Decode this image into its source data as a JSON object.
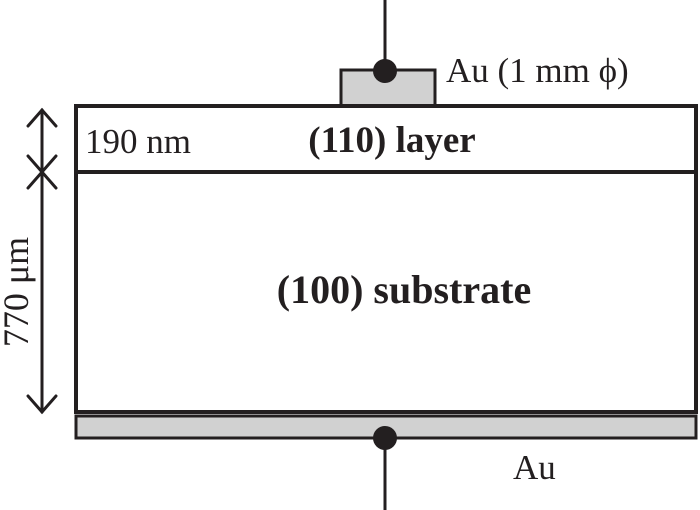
{
  "top_electrode": {
    "label": "Au (1 mm ϕ)"
  },
  "bottom_electrode": {
    "label": "Au"
  },
  "layer": {
    "label": "(110) layer",
    "thickness": "190 nm"
  },
  "substrate": {
    "label": "(100) substrate",
    "thickness": "770 μm"
  },
  "colors": {
    "line": "#231f20",
    "electrode_fill": "#d1d1d1",
    "background": "#ffffff"
  }
}
